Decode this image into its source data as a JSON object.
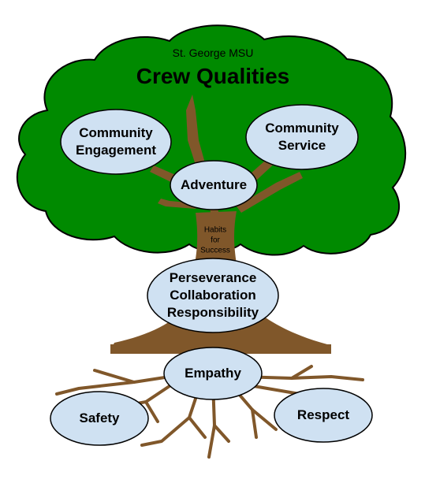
{
  "header": {
    "subtitle": "St. George MSU",
    "title": "Crew Qualities"
  },
  "qualities": {
    "community_engagement": [
      "Community",
      "Engagement"
    ],
    "community_service": [
      "Community",
      "Service"
    ],
    "adventure": "Adventure",
    "habits": [
      "Habits",
      "for",
      "Success"
    ],
    "trunk_values": [
      "Perseverance",
      "Collaboration",
      "Responsibility"
    ],
    "empathy": "Empathy",
    "safety": "Safety",
    "respect": "Respect"
  },
  "colors": {
    "canopy": "#008a00",
    "trunk": "#80572a",
    "oval_fill": "#cfe1f2",
    "outline": "#000000"
  }
}
